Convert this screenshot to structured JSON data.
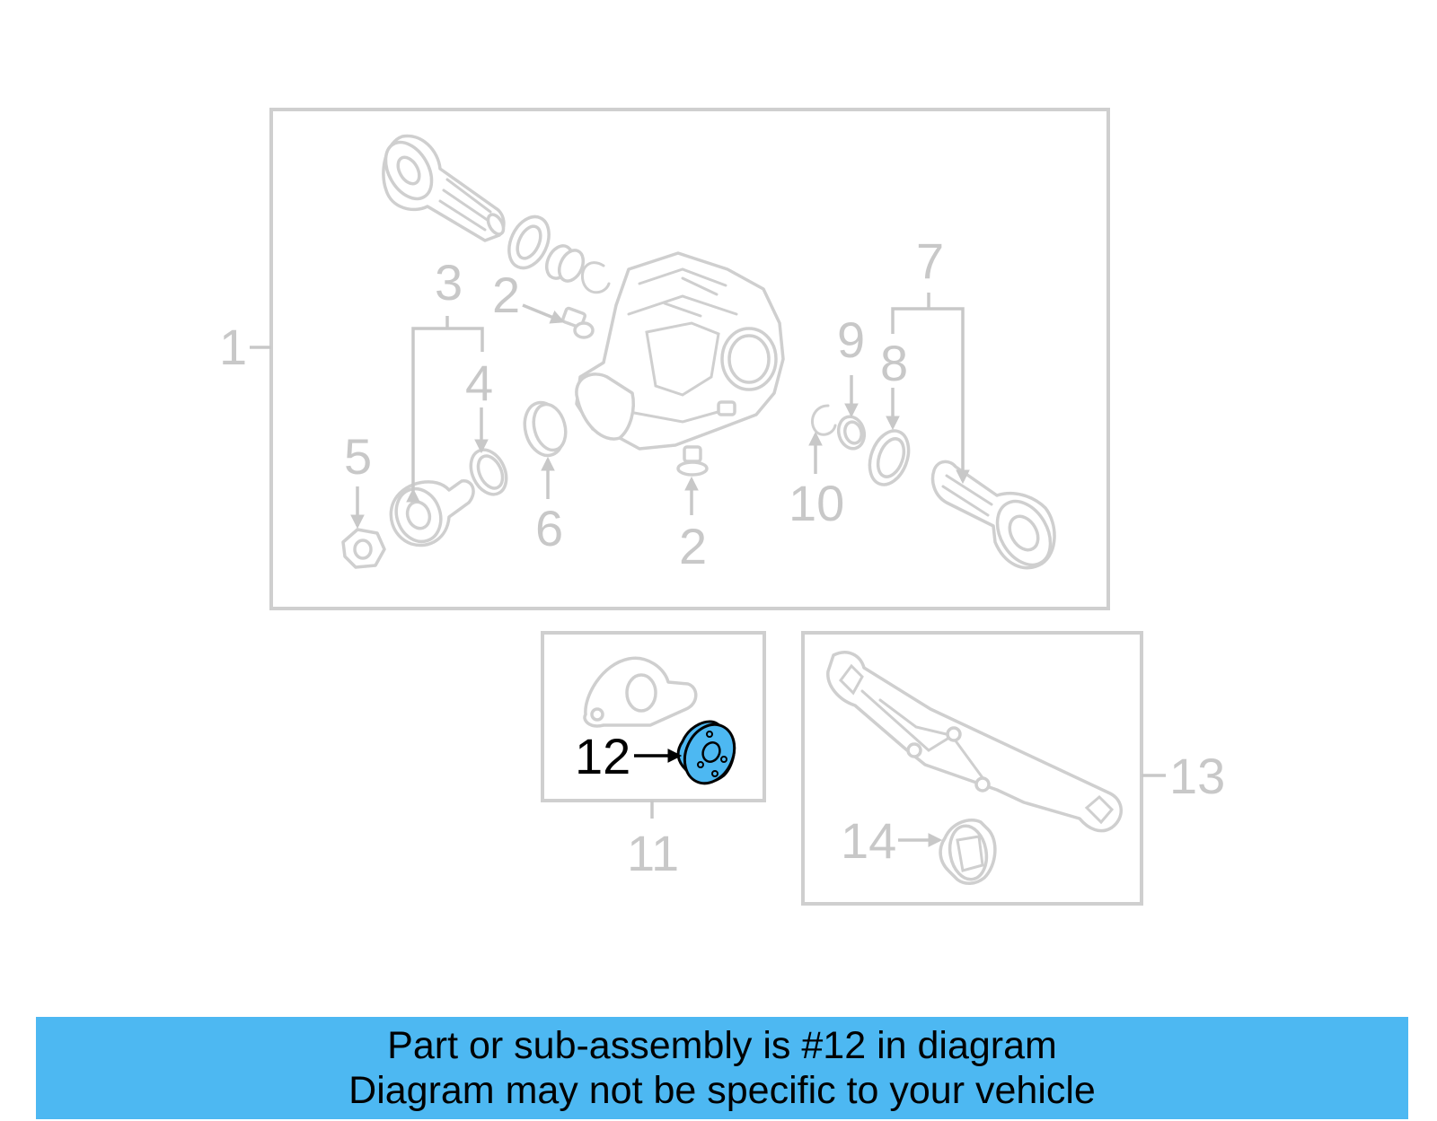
{
  "highlighted_part": "12",
  "colors": {
    "highlight_fill": "#4db8f2",
    "banner_bg": "#4db8f2",
    "line_gray": "#c8c8c8",
    "active_text": "#000000"
  },
  "callouts": {
    "c1": "1",
    "c2a": "2",
    "c2b": "2",
    "c3": "3",
    "c4": "4",
    "c5": "5",
    "c6": "6",
    "c7": "7",
    "c8": "8",
    "c9": "9",
    "c10": "10",
    "c11": "11",
    "c12": "12",
    "c13": "13",
    "c14": "14"
  },
  "banner": {
    "line1": "Part or sub-assembly is #12 in diagram",
    "line2": "Diagram may not be specific to your vehicle"
  }
}
